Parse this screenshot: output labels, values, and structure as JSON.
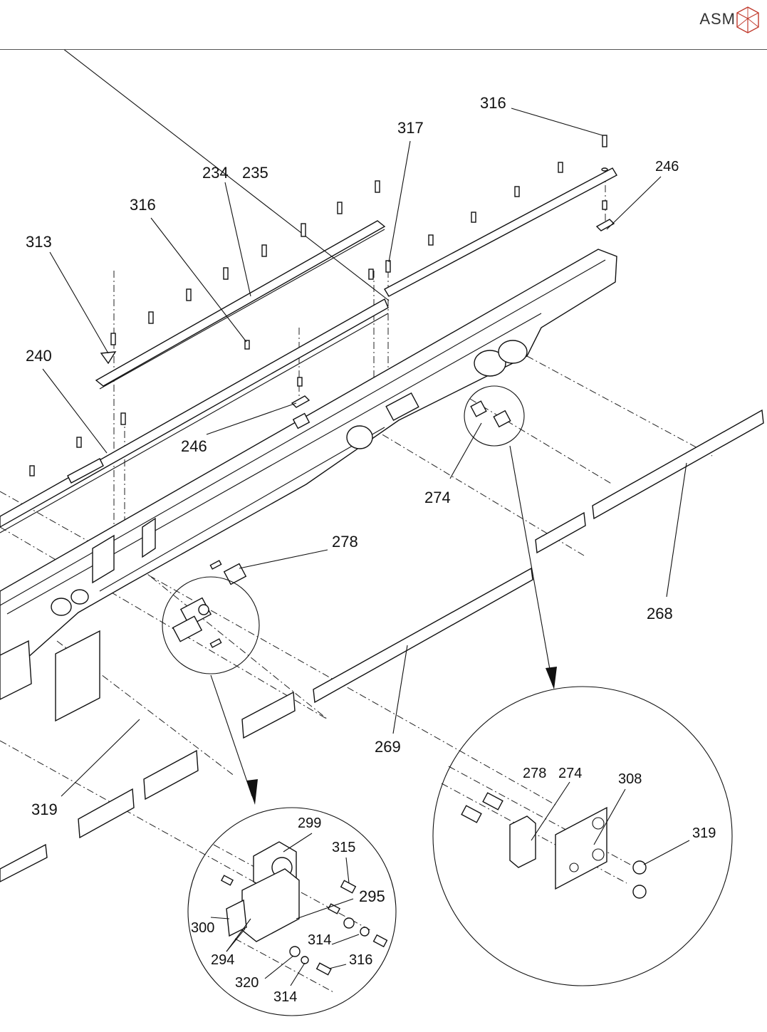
{
  "header": {
    "brand": "ASM"
  },
  "labels": {
    "l316_top": "316",
    "l317": "317",
    "l234": "234",
    "l235": "235",
    "l246_top": "246",
    "l316_mid": "316",
    "l313": "313",
    "l240": "240",
    "l246_mid": "246",
    "l274": "274",
    "l278": "278",
    "l268": "268",
    "l269": "269",
    "l319": "319",
    "d1_299": "299",
    "d1_315": "315",
    "d1_295": "295",
    "d1_300": "300",
    "d1_314a": "314",
    "d1_294": "294",
    "d1_316": "316",
    "d1_320": "320",
    "d1_314b": "314",
    "d2_278": "278",
    "d2_274": "274",
    "d2_308": "308",
    "d2_319": "319"
  },
  "icons": {
    "logo": "asm-cube-logo-icon"
  }
}
